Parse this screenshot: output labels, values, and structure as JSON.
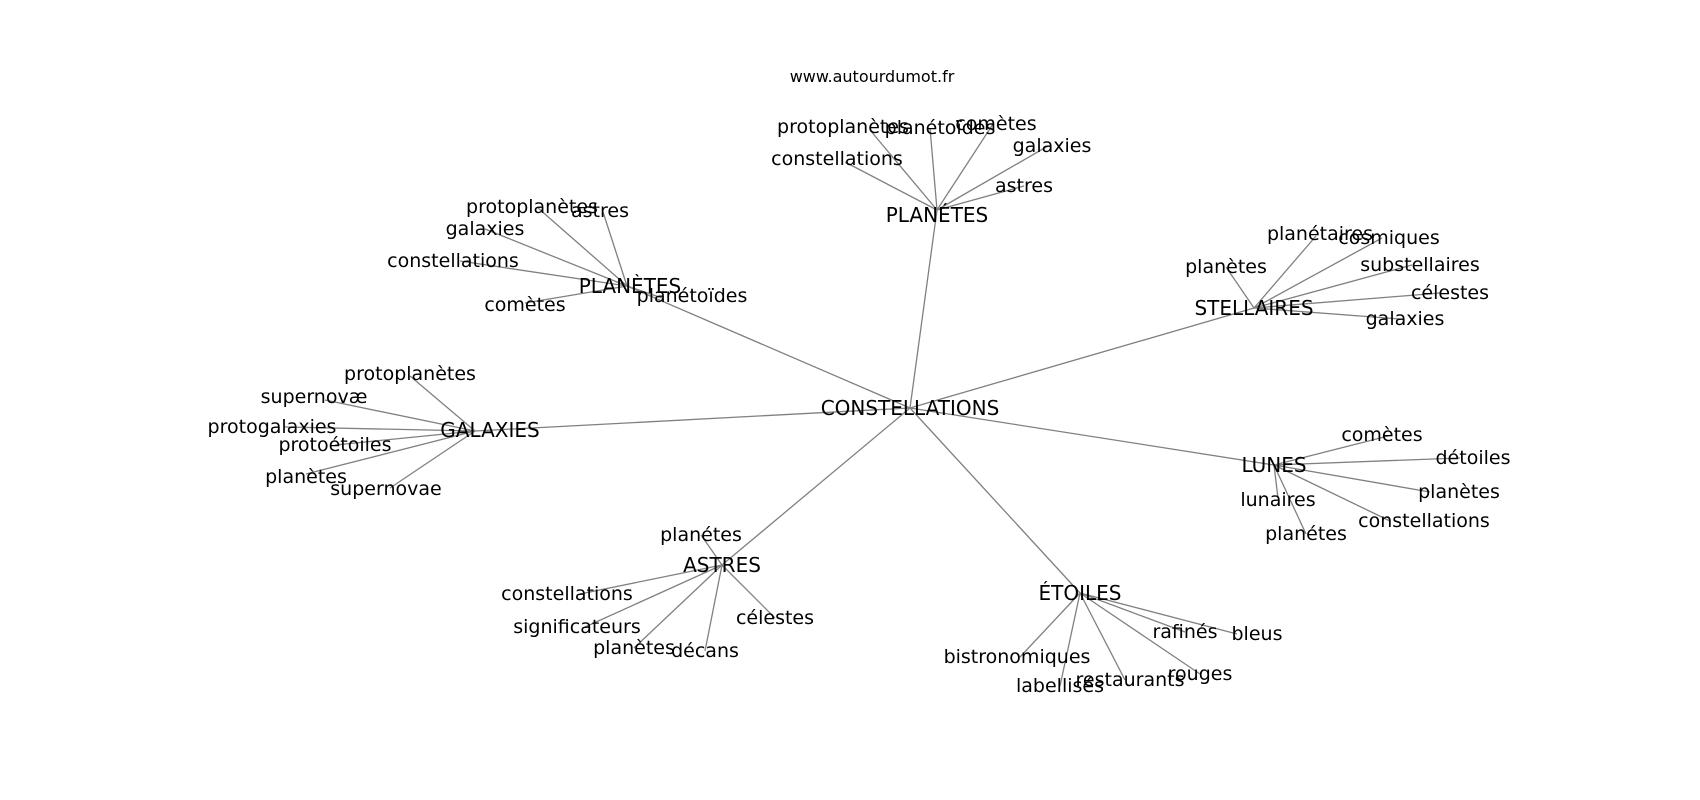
{
  "source_credit": "www.autourdumot.fr",
  "center": {
    "label": "CONSTELLATIONS"
  },
  "clusters": [
    {
      "label": "PLANÈTES",
      "leaves": [
        "protoplanètes",
        "astres",
        "galaxies",
        "constellations",
        "comètes",
        "planétoïdes"
      ]
    },
    {
      "label": "PLANÉTES",
      "leaves": [
        "protoplanètes",
        "planétoïdes",
        "comètes",
        "galaxies",
        "constellations",
        "astres"
      ]
    },
    {
      "label": "STELLAIRES",
      "leaves": [
        "planétaires",
        "cosmiques",
        "planètes",
        "substellaires",
        "célestes",
        "galaxies"
      ]
    },
    {
      "label": "GALAXIES",
      "leaves": [
        "protoplanètes",
        "supernovæ",
        "protogalaxies",
        "protoétoiles",
        "planètes",
        "supernovae"
      ]
    },
    {
      "label": "LUNES",
      "leaves": [
        "comètes",
        "détoiles",
        "planètes",
        "lunaires",
        "constellations",
        "planétes"
      ]
    },
    {
      "label": "ASTRES",
      "leaves": [
        "planétes",
        "constellations",
        "célestes",
        "significateurs",
        "planètes",
        "décans"
      ]
    },
    {
      "label": "ÉTOILES",
      "leaves": [
        "rafinés",
        "bleus",
        "bistronomiques",
        "restaurants",
        "rouges",
        "labellisés"
      ]
    }
  ]
}
